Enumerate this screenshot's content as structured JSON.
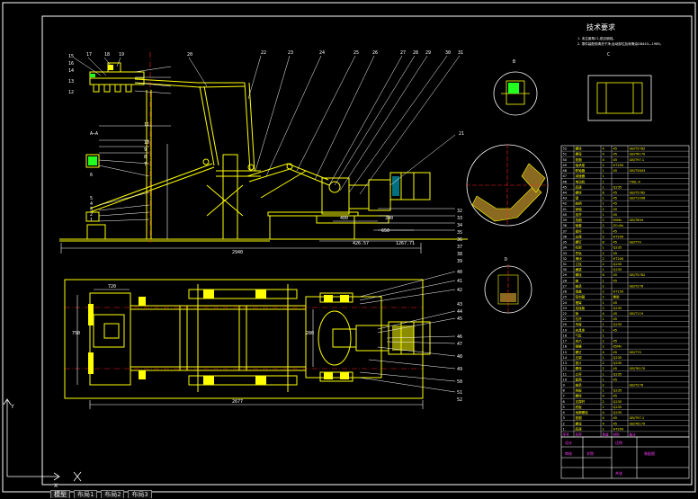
{
  "drawing": {
    "tech_title": "技术要求",
    "tech_notes": [
      "1. 未注倒角C1,锐边倒钝。",
      "2. 零件装配前清洗干净,运动部位加润滑油GB443—1989。"
    ],
    "dimensions": {
      "front_overall": "2940",
      "front_a": "426.57",
      "front_b": "650",
      "front_c": "1267.71",
      "front_d": "400",
      "front_e": "340",
      "top_overall": "2677",
      "top_left_width": "720",
      "top_height_a": "750",
      "top_height_b": "280"
    },
    "section_labels": [
      "A—A",
      "B",
      "C",
      "D"
    ],
    "balloons": [
      "1",
      "2",
      "3",
      "4",
      "5",
      "6",
      "7",
      "8",
      "9",
      "10",
      "11",
      "12",
      "13",
      "14",
      "15",
      "16",
      "17",
      "18",
      "19",
      "20",
      "21",
      "22",
      "23",
      "24",
      "25",
      "26",
      "27",
      "28",
      "29",
      "30",
      "31",
      "32",
      "33",
      "34",
      "35",
      "36",
      "37",
      "38",
      "39",
      "40",
      "41",
      "42",
      "43",
      "44",
      "45",
      "46",
      "47",
      "48",
      "49",
      "50",
      "51",
      "52"
    ],
    "bom_rows": [
      [
        "52",
        "螺栓",
        "4",
        "45",
        "GB/T5782"
      ],
      [
        "51",
        "螺母",
        "4",
        "45",
        "GB/T6170"
      ],
      [
        "50",
        "垫圈",
        "4",
        "45",
        "GB/T97.1"
      ],
      [
        "49",
        "轴承座",
        "2",
        "HT200",
        ""
      ],
      [
        "48",
        "联轴器",
        "1",
        "45",
        "GB/T5843"
      ],
      [
        "47",
        "减速器",
        "1",
        "",
        ""
      ],
      [
        "46",
        "电动机",
        "1",
        "",
        "Y90L-4"
      ],
      [
        "45",
        "底座",
        "1",
        "Q235",
        ""
      ],
      [
        "44",
        "螺栓",
        "6",
        "45",
        "GB/T5782"
      ],
      [
        "43",
        "键",
        "1",
        "45",
        "GB/T1096"
      ],
      [
        "42",
        "曲柄",
        "1",
        "45",
        ""
      ],
      [
        "41",
        "销轴",
        "2",
        "45",
        ""
      ],
      [
        "40",
        "连杆",
        "1",
        "45",
        ""
      ],
      [
        "39",
        "挡圈",
        "2",
        "65Mn",
        "GB/T894"
      ],
      [
        "38",
        "轴套",
        "2",
        "ZCuSn",
        ""
      ],
      [
        "37",
        "摇杆",
        "1",
        "45",
        ""
      ],
      [
        "36",
        "支座",
        "2",
        "HT200",
        ""
      ],
      [
        "35",
        "螺钉",
        "8",
        "45",
        "GB/T70"
      ],
      [
        "34",
        "机架",
        "1",
        "Q235",
        ""
      ],
      [
        "33",
        "导轨",
        "2",
        "45",
        ""
      ],
      [
        "32",
        "滑块",
        "2",
        "HT200",
        ""
      ],
      [
        "31",
        "立柱",
        "2",
        "Q235",
        ""
      ],
      [
        "30",
        "横梁",
        "1",
        "Q235",
        ""
      ],
      [
        "29",
        "螺栓",
        "8",
        "45",
        "GB/T5782"
      ],
      [
        "28",
        "轴",
        "1",
        "45",
        ""
      ],
      [
        "27",
        "轴承",
        "2",
        "",
        "GB/T276"
      ],
      [
        "26",
        "端盖",
        "2",
        "HT150",
        ""
      ],
      [
        "25",
        "密封圈",
        "2",
        "橡胶",
        ""
      ],
      [
        "24",
        "摆臂",
        "1",
        "45",
        ""
      ],
      [
        "23",
        "连接板",
        "2",
        "Q235",
        ""
      ],
      [
        "22",
        "销",
        "4",
        "45",
        "GB/T119"
      ],
      [
        "21",
        "拉杆",
        "1",
        "45",
        ""
      ],
      [
        "20",
        "吊臂",
        "1",
        "Q235",
        ""
      ],
      [
        "19",
        "夹具体",
        "1",
        "45",
        ""
      ],
      [
        "18",
        "气缸",
        "1",
        "",
        ""
      ],
      [
        "17",
        "夹爪",
        "2",
        "45",
        ""
      ],
      [
        "16",
        "弹簧",
        "2",
        "65Mn",
        ""
      ],
      [
        "15",
        "螺钉",
        "4",
        "45",
        "GB/T70"
      ],
      [
        "14",
        "支架",
        "1",
        "Q235",
        ""
      ],
      [
        "13",
        "垫片",
        "2",
        "Q235",
        ""
      ],
      [
        "12",
        "螺母",
        "2",
        "45",
        "GB/T6170"
      ],
      [
        "11",
        "立杆",
        "1",
        "Q235",
        ""
      ],
      [
        "10",
        "套筒",
        "1",
        "45",
        ""
      ],
      [
        "9",
        "轴承",
        "2",
        "",
        "GB/T276"
      ],
      [
        "8",
        "挡板",
        "1",
        "Q235",
        ""
      ],
      [
        "7",
        "螺栓",
        "4",
        "45",
        ""
      ],
      [
        "6",
        "支撑杆",
        "2",
        "Q235",
        ""
      ],
      [
        "5",
        "底板",
        "1",
        "Q235",
        ""
      ],
      [
        "4",
        "地脚螺栓",
        "4",
        "Q235",
        ""
      ],
      [
        "3",
        "垫圈",
        "4",
        "45",
        "GB/T97.1"
      ],
      [
        "2",
        "螺母",
        "4",
        "45",
        "GB/T6170"
      ],
      [
        "1",
        "底座",
        "1",
        "HT200",
        ""
      ]
    ],
    "bom_header": [
      "序号",
      "名称",
      "数量",
      "材料",
      "备注"
    ],
    "title_block": {
      "drawing_title": "装配图",
      "school": "学院",
      "design_label": "设计",
      "check_label": "审核",
      "scale_label": "比例",
      "sheet_label": "共张"
    }
  },
  "layout_tabs": {
    "model": "模型",
    "layout1": "布局1",
    "layout2": "布局2",
    "layout3": "布局3"
  },
  "ucs": {
    "x_label": "X",
    "y_label": "Y"
  },
  "colors": {
    "background": "#000000",
    "frame": "#ffffff",
    "geometry": "#ffff00",
    "text": "#ffffff",
    "center": "#ff2020",
    "green": "#20ff20",
    "cyan": "#00e0ff",
    "magenta": "#ff40ff"
  }
}
